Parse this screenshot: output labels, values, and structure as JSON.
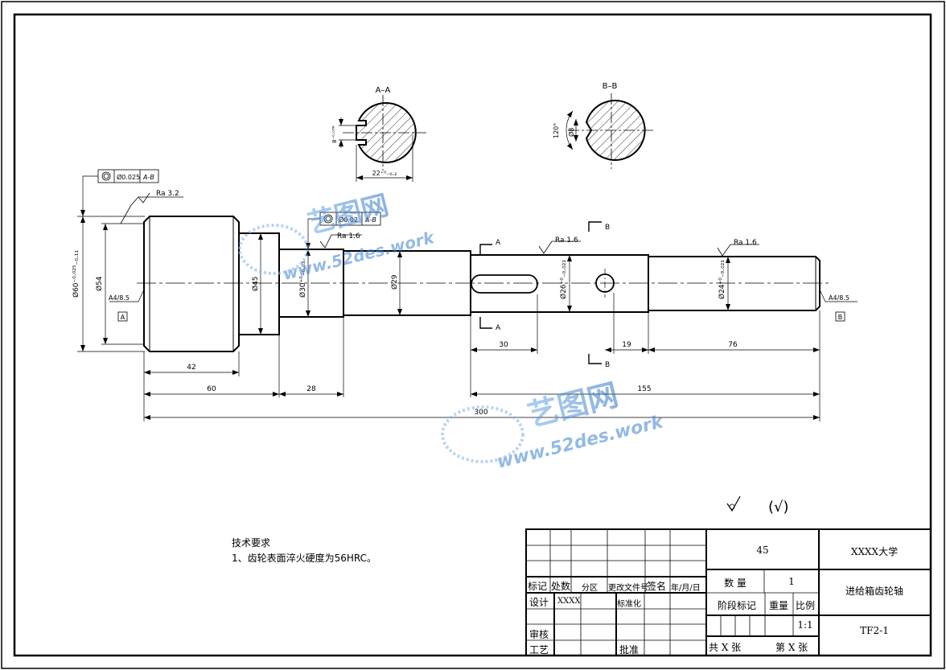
{
  "sections": {
    "aa": "A–A",
    "bb": "B–B",
    "aa_keyway_tol": "8⁻⁰·⁰³⁶",
    "aa_depth": "22⁺⁰₋₀.₂",
    "bb_angle": "120°",
    "bb_dia": "Ø8"
  },
  "dims": {
    "d60": "Ø60⁻⁰·⁰²⁵₋₀.₁₁",
    "d54": "Ø54",
    "d45": "Ø45",
    "d30": "Ø30⁺⁰₋₀.₀₃",
    "d29": "Ø29",
    "d26": "Ø26⁺⁰₋₀.₀₂₁",
    "d24": "Ø24⁺⁰₋₀.₀₂₁",
    "l42": "42",
    "l60": "60",
    "l28": "28",
    "l30": "30",
    "l19": "19",
    "l76": "76",
    "l155": "155",
    "l300": "300",
    "center_a": "A4/8.5",
    "center_b": "A4/8.5"
  },
  "tolerances": {
    "t1_value": "Ø0.025",
    "t1_datum": "A-B",
    "t2_value": "Ø0.02",
    "t2_datum": "A-B"
  },
  "roughness": {
    "r1": "Ra 3.2",
    "r2": "Ra 1.6",
    "r3": "Ra 1.6",
    "r4": "Ra 1.6"
  },
  "datums": {
    "a": "A",
    "b": "B"
  },
  "section_marks": {
    "a": "A",
    "b": "B"
  },
  "watermark": {
    "brand": "艺图网",
    "url": "www.52des.work"
  },
  "tech_requirements": {
    "title": "技术要求",
    "item1": "1、齿轮表面淬火硬度为56HRC。"
  },
  "rest_roughness": "(√)",
  "title_block": {
    "material": "45",
    "school": "XXXX大学",
    "part_name": "进给箱齿轮轴",
    "drawing_no": "TF2-1",
    "qty_label": "数 量",
    "qty": "1",
    "stage_label": "阶段标记",
    "weight_label": "重量",
    "scale_label": "比例",
    "scale": "1:1",
    "sheets_total": "共 X 张",
    "sheet_no": "第 X 张",
    "h_mark": "标记",
    "h_count": "处数",
    "h_zone": "分区",
    "h_doc": "更改文件号",
    "h_sign": "签名",
    "h_date": "年/月/日",
    "design": "设计",
    "designer": "XXXX",
    "standard": "标准化",
    "review": "审核",
    "process": "工艺",
    "approve": "批准"
  }
}
